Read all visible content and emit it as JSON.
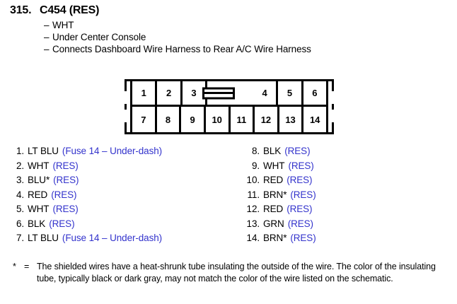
{
  "header": {
    "number": "315.",
    "name": "C454 (RES)",
    "bullets": [
      "WHT",
      "Under Center Console",
      "Connects Dashboard Wire Harness to Rear A/C Wire Harness"
    ],
    "dash": "–"
  },
  "connector": {
    "name": "14-pin-connector",
    "top_row": [
      "1",
      "2",
      "3",
      "",
      "",
      "4",
      "5",
      "6"
    ],
    "bottom_row": [
      "7",
      "8",
      "9",
      "10",
      "11",
      "12",
      "13",
      "14"
    ],
    "latch_index": 3,
    "outline_color": "#000000",
    "fill_color": "#ffffff"
  },
  "wires": {
    "ref_color": "#3333cc",
    "left": [
      {
        "num": "1.",
        "color": "LT BLU",
        "ref": "(Fuse 14 – Under-dash)"
      },
      {
        "num": "2.",
        "color": "WHT",
        "ref": "(RES)"
      },
      {
        "num": "3.",
        "color": "BLU*",
        "ref": "(RES)"
      },
      {
        "num": "4.",
        "color": "RED",
        "ref": "(RES)"
      },
      {
        "num": "5.",
        "color": "WHT",
        "ref": "(RES)"
      },
      {
        "num": "6.",
        "color": "BLK",
        "ref": "(RES)"
      },
      {
        "num": "7.",
        "color": "LT BLU",
        "ref": "(Fuse 14 – Under-dash)"
      }
    ],
    "right": [
      {
        "num": "8.",
        "color": "BLK",
        "ref": "(RES)"
      },
      {
        "num": "9.",
        "color": "WHT",
        "ref": "(RES)"
      },
      {
        "num": "10.",
        "color": "RED",
        "ref": "(RES)"
      },
      {
        "num": "11.",
        "color": "BRN*",
        "ref": "(RES)"
      },
      {
        "num": "12.",
        "color": "RED",
        "ref": "(RES)"
      },
      {
        "num": "13.",
        "color": "GRN",
        "ref": "(RES)"
      },
      {
        "num": "14.",
        "color": "BRN*",
        "ref": "(RES)"
      }
    ]
  },
  "footnote": {
    "marker": "*",
    "equals": "=",
    "text": "The shielded wires have a heat-shrunk tube insulating the outside of the wire. The color of the insulating tube, typically black or dark gray, may not match the color of the wire listed on the schematic."
  }
}
